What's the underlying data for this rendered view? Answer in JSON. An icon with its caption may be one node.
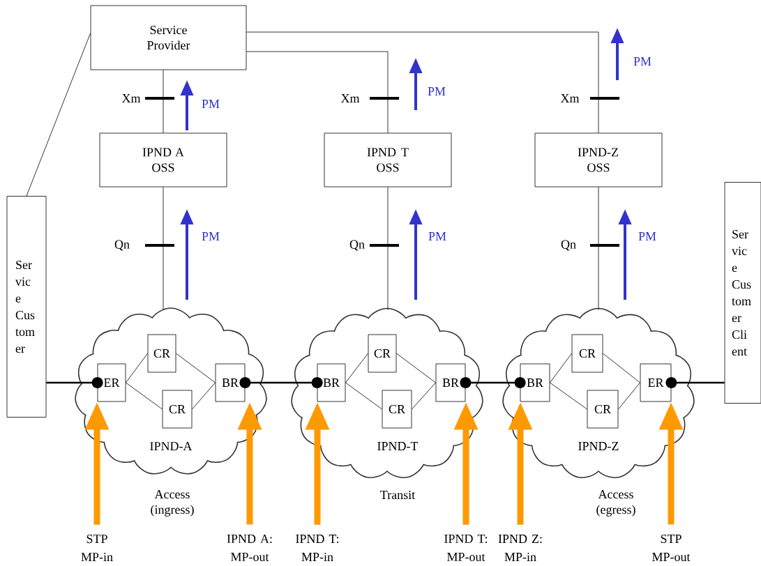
{
  "diagram": {
    "nodes": [
      {
        "text": [
          "Service Provider"
        ]
      },
      {
        "text": [
          "IPND A OSS"
        ]
      },
      {
        "text": [
          "IPND T OSS"
        ]
      },
      {
        "text": [
          "IPND-Z OSS"
        ]
      },
      {
        "text": [
          "Ser vic e Cus tom er"
        ]
      },
      {
        "text": [
          "Ser vic e Cus tom er Cli ent"
        ]
      },
      {
        "text": [
          "IPND-A"
        ],
        "beside": [
          "Access (ingress)"
        ]
      },
      {
        "text": [
          "ER"
        ],
        "in": 6
      },
      {
        "text": [
          "CR"
        ],
        "in": 6
      },
      {
        "text": [
          "CR"
        ],
        "in": 6
      },
      {
        "text": [
          "BR"
        ],
        "in": 6
      },
      {
        "text": [
          "IPND-T"
        ],
        "beside": [
          "Transit"
        ]
      },
      {
        "text": [
          "BR"
        ],
        "in": 11
      },
      {
        "text": [
          "CR"
        ],
        "in": 11
      },
      {
        "text": [
          "CR"
        ],
        "in": 11
      },
      {
        "text": [
          "BR"
        ],
        "in": 11
      },
      {
        "text": [
          "IPND-Z"
        ],
        "beside": [
          "Access (egress)"
        ]
      },
      {
        "text": [
          "BR"
        ],
        "in": 16
      },
      {
        "text": [
          "CR"
        ],
        "in": 16
      },
      {
        "text": [
          "CR"
        ],
        "in": 16
      },
      {
        "text": [
          "ER"
        ],
        "in": 16
      },
      {
        "text": [
          "STP MP-in"
        ]
      },
      {
        "text": [
          "IPND A: MP-out"
        ]
      },
      {
        "text": [
          "IPND T: MP-in"
        ]
      },
      {
        "text": [
          "IPND T: MP-out"
        ]
      },
      {
        "text": [
          "IPND Z: MP-in"
        ]
      },
      {
        "text": [
          "STP MP-out"
        ]
      }
    ],
    "edges": [
      {
        "from": 0,
        "to": 1,
        "arrow": "none",
        "label": "Xm"
      },
      {
        "from": 0,
        "to": 2,
        "arrow": "none",
        "label": "Xm"
      },
      {
        "from": 0,
        "to": 3,
        "arrow": "none",
        "label": "Xm"
      },
      {
        "from": 0,
        "to": 4,
        "arrow": "none"
      },
      {
        "from": 1,
        "to": 6,
        "arrow": "none",
        "label": "Qn"
      },
      {
        "from": 2,
        "to": 11,
        "arrow": "none",
        "label": "Qn"
      },
      {
        "from": 3,
        "to": 16,
        "arrow": "none",
        "label": "Qn"
      },
      {
        "from": 4,
        "to": 7,
        "arrow": "other",
        "style": "thick"
      },
      {
        "from": 7,
        "to": 8,
        "arrow": "none"
      },
      {
        "from": 7,
        "to": 9,
        "arrow": "none"
      },
      {
        "from": 8,
        "to": 10,
        "arrow": "none"
      },
      {
        "from": 9,
        "to": 10,
        "arrow": "none"
      },
      {
        "from": 10,
        "to": 12,
        "arrow": "other",
        "style": "thick"
      },
      {
        "from": 12,
        "to": 13,
        "arrow": "none"
      },
      {
        "from": 12,
        "to": 14,
        "arrow": "none"
      },
      {
        "from": 13,
        "to": 15,
        "arrow": "none"
      },
      {
        "from": 14,
        "to": 15,
        "arrow": "none"
      },
      {
        "from": 15,
        "to": 17,
        "arrow": "other",
        "style": "thick"
      },
      {
        "from": 17,
        "to": 18,
        "arrow": "none"
      },
      {
        "from": 17,
        "to": 19,
        "arrow": "none"
      },
      {
        "from": 18,
        "to": 20,
        "arrow": "none"
      },
      {
        "from": 19,
        "to": 20,
        "arrow": "none"
      },
      {
        "from": 20,
        "to": 5,
        "arrow": "other",
        "style": "thick"
      },
      {
        "from": 21,
        "to": 7,
        "arrow": "to",
        "style": "thick",
        "color": "#ff9900"
      },
      {
        "from": 22,
        "to": 10,
        "arrow": "to",
        "style": "thick",
        "color": "#ff9900"
      },
      {
        "from": 23,
        "to": 12,
        "arrow": "to",
        "style": "thick",
        "color": "#ff9900"
      },
      {
        "from": 24,
        "to": 15,
        "arrow": "to",
        "style": "thick",
        "color": "#ff9900"
      },
      {
        "from": 25,
        "to": 17,
        "arrow": "to",
        "style": "thick",
        "color": "#ff9900"
      },
      {
        "from": 26,
        "to": 20,
        "arrow": "to",
        "style": "thick",
        "color": "#ff9900"
      }
    ],
    "labels": [
      "PM",
      "PM",
      "PM",
      "PM",
      "PM",
      "PM"
    ]
  }
}
